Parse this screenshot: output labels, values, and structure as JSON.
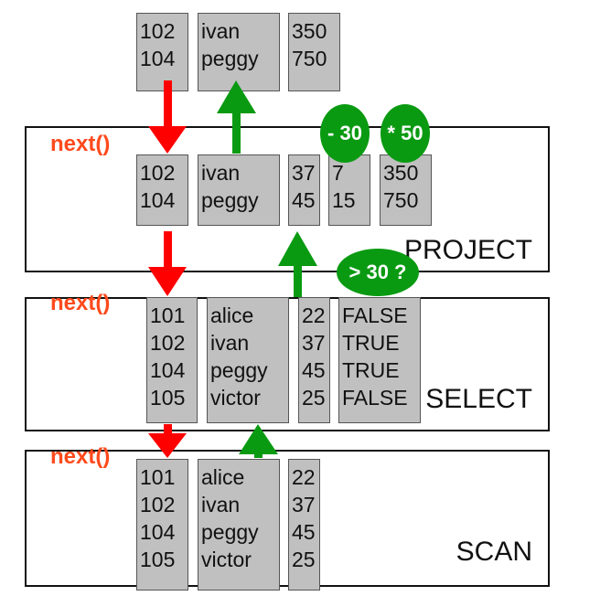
{
  "colors": {
    "pull_arrow": "#ff0000",
    "data_arrow": "#0a9a12",
    "next_label": "#ff4a1c",
    "column_fill": "#c0c0c0"
  },
  "output": {
    "columns": [
      [
        "102",
        "104"
      ],
      [
        "ivan",
        "peggy"
      ],
      [
        "350",
        "750"
      ]
    ]
  },
  "project": {
    "label": "PROJECT",
    "next": "next()",
    "columns": [
      [
        "102",
        "104"
      ],
      [
        "ivan",
        "peggy"
      ],
      [
        "37",
        "45"
      ],
      [
        "7",
        "15"
      ],
      [
        "350",
        "750"
      ]
    ],
    "ops": [
      "- 30",
      "* 50"
    ]
  },
  "select": {
    "label": "SELECT",
    "next": "next()",
    "predicate": "> 30 ?",
    "columns": [
      [
        "101",
        "102",
        "104",
        "105"
      ],
      [
        "alice",
        "ivan",
        "peggy",
        "victor"
      ],
      [
        "22",
        "37",
        "45",
        "25"
      ],
      [
        "FALSE",
        "TRUE",
        "TRUE",
        "FALSE"
      ]
    ]
  },
  "scan": {
    "label": "SCAN",
    "next": "next()",
    "columns": [
      [
        "101",
        "102",
        "104",
        "105"
      ],
      [
        "alice",
        "ivan",
        "peggy",
        "victor"
      ],
      [
        "22",
        "37",
        "45",
        "25"
      ]
    ]
  }
}
